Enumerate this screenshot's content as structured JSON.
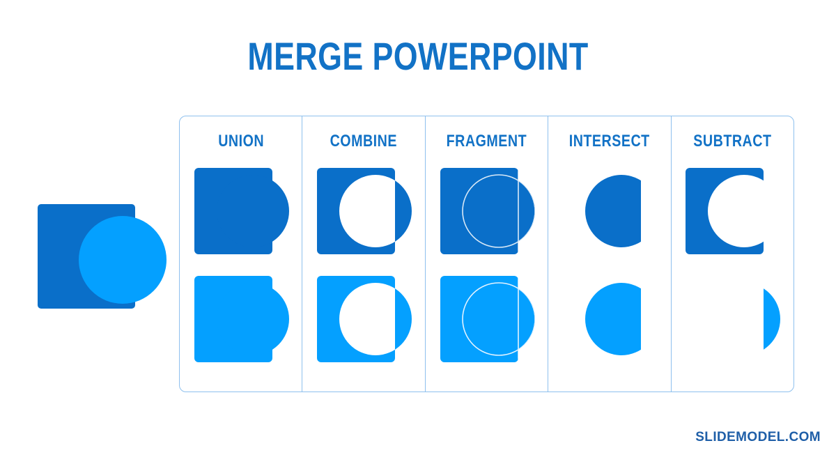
{
  "title": "MERGE POWERPOINT",
  "watermark": "SLIDEMODEL.COM",
  "colors": {
    "dark_blue": "#0A6FC9",
    "light_blue": "#04A0FF",
    "title_blue": "#1272C6",
    "label_blue": "#1272C6",
    "frame_border": "#8EC0EE",
    "fragment_outline": "#D9E9F7",
    "watermark_blue": "#1F5FA8",
    "background": "#FFFFFF"
  },
  "source": {
    "name": "source-shapes",
    "square_color": "#0A6FC9",
    "circle_color": "#04A0FF",
    "description": "rounded square overlapped on the right by a circle"
  },
  "operations": [
    {
      "id": "union",
      "label": "UNION",
      "rows": [
        {
          "variant": "dark",
          "color": "#0A6FC9",
          "shape": "square-plus-circle-merged"
        },
        {
          "variant": "light",
          "color": "#04A0FF",
          "shape": "square-plus-circle-merged"
        }
      ]
    },
    {
      "id": "combine",
      "label": "COMBINE",
      "rows": [
        {
          "variant": "dark",
          "color": "#0A6FC9",
          "shape": "union-minus-overlap"
        },
        {
          "variant": "light",
          "color": "#04A0FF",
          "shape": "union-minus-overlap"
        }
      ]
    },
    {
      "id": "fragment",
      "label": "FRAGMENT",
      "rows": [
        {
          "variant": "dark",
          "color": "#0A6FC9",
          "shape": "union-with-fragment-outlines"
        },
        {
          "variant": "light",
          "color": "#04A0FF",
          "shape": "union-with-fragment-outlines"
        }
      ]
    },
    {
      "id": "intersect",
      "label": "INTERSECT",
      "rows": [
        {
          "variant": "dark",
          "color": "#0A6FC9",
          "shape": "overlap-only"
        },
        {
          "variant": "light",
          "color": "#04A0FF",
          "shape": "overlap-only"
        }
      ]
    },
    {
      "id": "subtract",
      "label": "SUBTRACT",
      "rows": [
        {
          "variant": "dark",
          "color": "#0A6FC9",
          "shape": "square-minus-circle"
        },
        {
          "variant": "light",
          "color": "#04A0FF",
          "shape": "circle-minus-square"
        }
      ]
    }
  ]
}
